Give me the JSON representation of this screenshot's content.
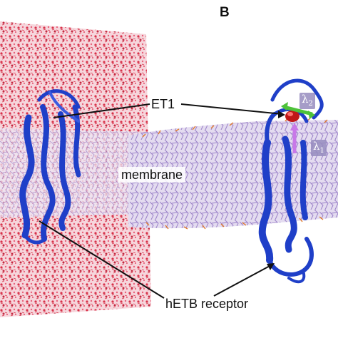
{
  "panel_label": "B",
  "labels": {
    "et1": "ET1",
    "membrane": "membrane",
    "receptor": "hETB receptor",
    "lambda1": "λ",
    "lambda1_sub": "1",
    "lambda2": "λ",
    "lambda2_sub": "2"
  },
  "colors": {
    "water": "#d8324a",
    "water_light": "#f0a3b0",
    "protein": "#1f3fc8",
    "lipid": "#a890d0",
    "lipid_orange": "#e07a2a",
    "arrow_green": "#4ec23a",
    "arrow_violet": "#c878e8",
    "ligand_red": "#c01818",
    "leader_line": "#111111"
  }
}
